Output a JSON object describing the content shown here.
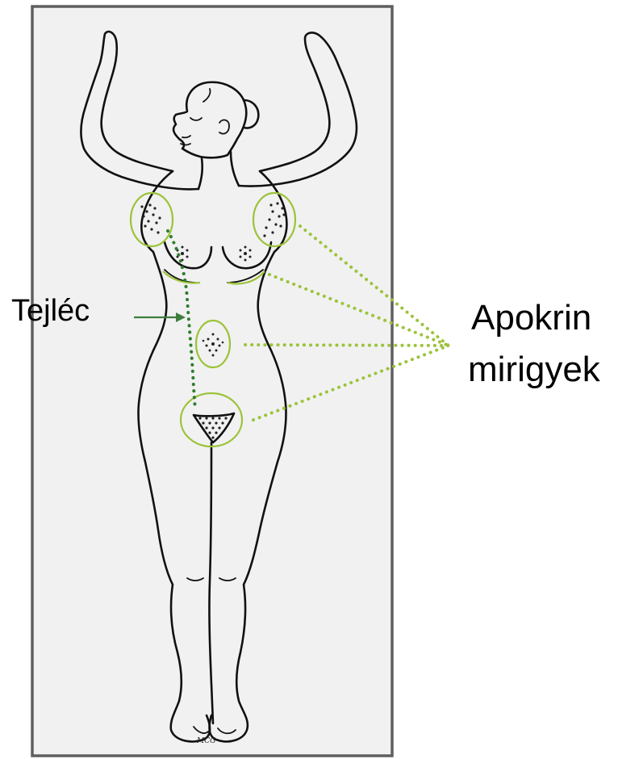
{
  "labels": {
    "milk_line": "Tejléc",
    "apocrine_line1": "Apokrin",
    "apocrine_line2": "mirigyek"
  },
  "artist_signature": "MCG",
  "colors": {
    "background": "#ffffff",
    "panel": "#f1f1f1",
    "panel_border": "#5f5f5f",
    "gland_highlight": "#9cc33a",
    "milk_line": "#2f7d2f",
    "outline": "#111111"
  }
}
